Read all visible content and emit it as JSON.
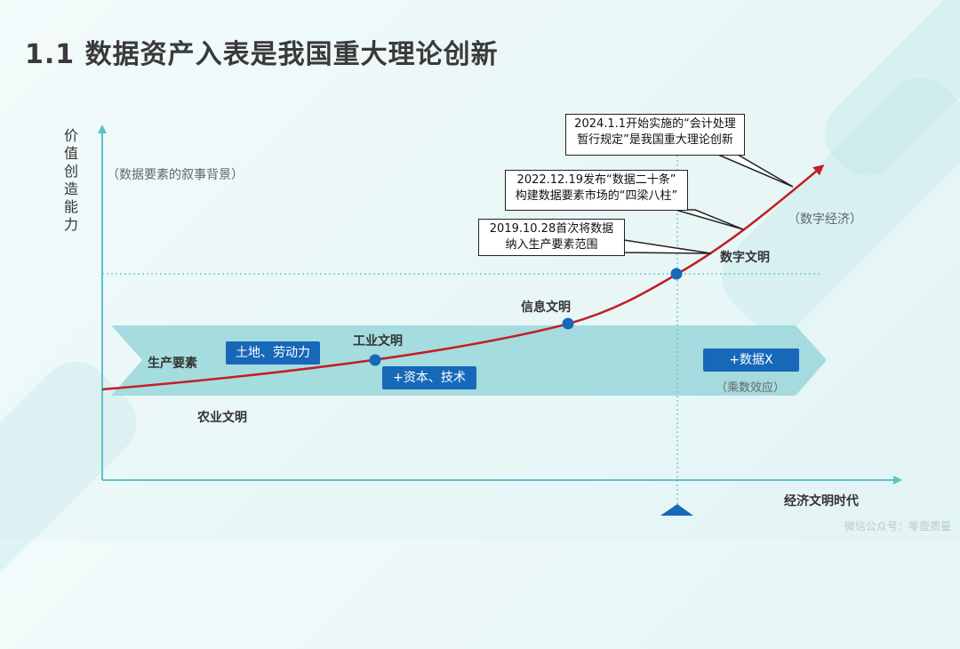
{
  "title": "1.1 数据资产入表是我国重大理论创新",
  "y_axis_label": "价值创造能力",
  "narrative_note": "（数据要素的叙事背景）",
  "x_axis_label": "经济文明时代",
  "band": {
    "label": "生产要素",
    "chips": [
      "土地、劳动力",
      "+资本、技术",
      "+数据X"
    ],
    "multiplier_note": "（乘数效应）"
  },
  "eras": [
    "农业文明",
    "工业文明",
    "信息文明",
    "数字文明"
  ],
  "digital_economy": "（数字经济）",
  "callouts": [
    {
      "line1": "2024.1.1开始实施的“会计处理",
      "line2": "暂行规定”是我国重大理论创新"
    },
    {
      "line1": "2022.12.19发布“数据二十条”",
      "line2": "构建数据要素市场的“四梁八柱”"
    },
    {
      "line1": "2019.10.28首次将数据",
      "line2": "纳入生产要素范围"
    }
  ],
  "watermark": "微信公众号：零壹质量",
  "colors": {
    "curve": "#c21f24",
    "accent": "#1768b8",
    "axis": "#5cc3c7",
    "band": "#9dd8db"
  }
}
